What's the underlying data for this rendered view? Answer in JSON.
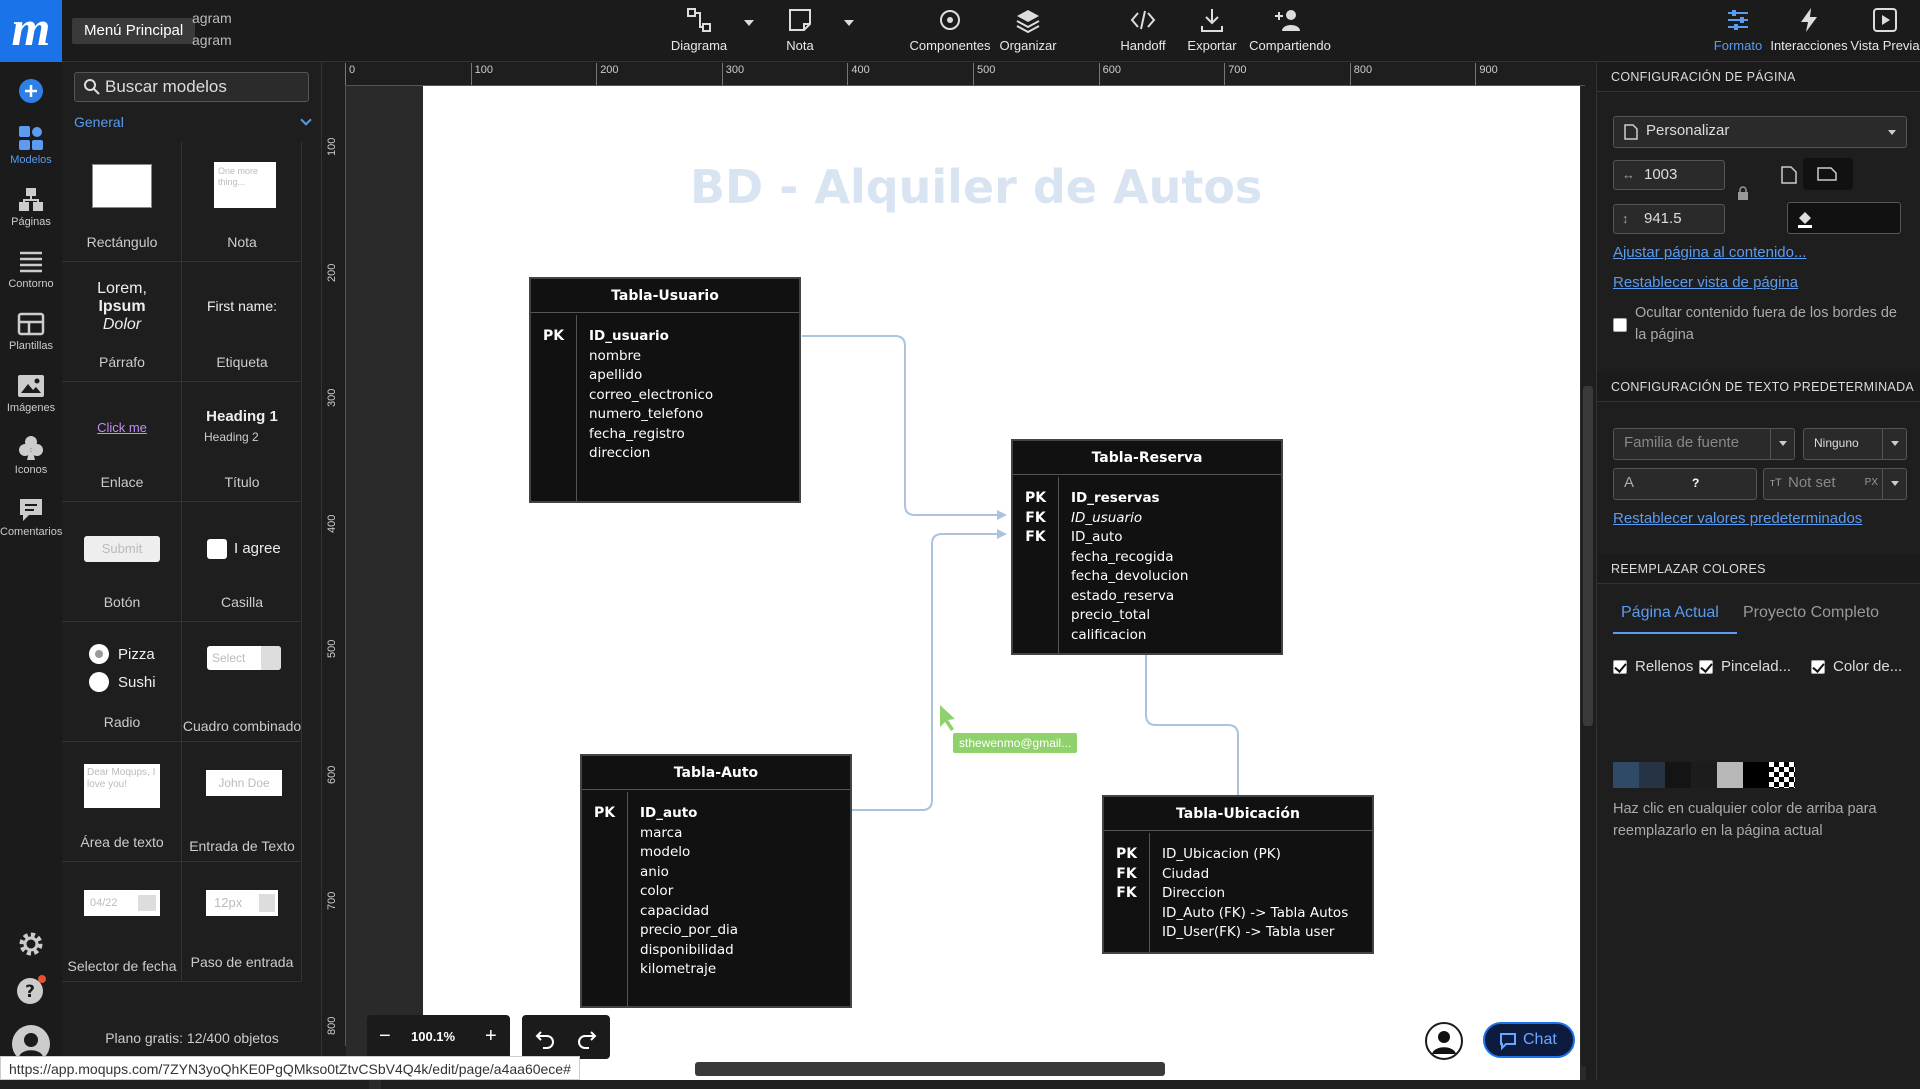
{
  "topbar": {
    "tooltip": "Menú Principal",
    "crumbs": [
      "agram",
      "agram"
    ],
    "tools": [
      {
        "label": "Diagrama",
        "icon": "diagram-icon"
      },
      {
        "label": "Nota",
        "icon": "note-icon"
      },
      {
        "label": "Componentes",
        "icon": "components-icon"
      },
      {
        "label": "Organizar",
        "icon": "layers-icon"
      },
      {
        "label": "Handoff",
        "icon": "code-icon"
      },
      {
        "label": "Exportar",
        "icon": "download-icon"
      },
      {
        "label": "Compartiendo",
        "icon": "add-user-icon"
      }
    ],
    "right_tools": [
      {
        "label": "Formato",
        "icon": "sliders-icon"
      },
      {
        "label": "Interacciones",
        "icon": "lightning-icon"
      },
      {
        "label": "Vista Previa",
        "icon": "play-icon"
      }
    ]
  },
  "leftnav": {
    "items": [
      {
        "label": "Modelos"
      },
      {
        "label": "Páginas"
      },
      {
        "label": "Contorno"
      },
      {
        "label": "Plantillas"
      },
      {
        "label": "Imágenes"
      },
      {
        "label": "Iconos"
      },
      {
        "label": "Comentarios"
      }
    ]
  },
  "palette": {
    "search_placeholder": "Buscar modelos",
    "category": "General",
    "items": [
      {
        "label": "Rectángulo"
      },
      {
        "label": "Nota",
        "preview": "One more thing..."
      },
      {
        "label": "Párrafo",
        "preview": [
          "Lorem,",
          "Ipsum",
          "Dolor"
        ]
      },
      {
        "label": "Etiqueta",
        "preview": "First name:"
      },
      {
        "label": "Enlace",
        "preview": "Click me"
      },
      {
        "label": "Título",
        "preview": [
          "Heading 1",
          "Heading 2"
        ]
      },
      {
        "label": "Botón",
        "preview": "Submit"
      },
      {
        "label": "Casilla",
        "preview": "I agree"
      },
      {
        "label": "Radio",
        "preview": [
          "Pizza",
          "Sushi"
        ]
      },
      {
        "label": "Cuadro combinado",
        "preview": "Select"
      },
      {
        "label": "Área de texto",
        "preview": "Dear Moqups, I love you!"
      },
      {
        "label": "Entrada de Texto",
        "preview": "John Doe"
      },
      {
        "label": "Selector de fecha",
        "preview": "04/22"
      },
      {
        "label": "Paso de entrada",
        "preview": "12px"
      }
    ],
    "plan": "Plano gratis: 12/400 objetos"
  },
  "ruler": {
    "top": [
      "0",
      "100",
      "200",
      "300",
      "400",
      "500",
      "600",
      "700",
      "800",
      "900"
    ],
    "left": [
      "100",
      "200",
      "300",
      "400",
      "500",
      "600",
      "700",
      "800"
    ]
  },
  "canvas": {
    "title": "BD - Alquiler de Autos",
    "cursor_user": "sthewenmo@gmail...",
    "tables": [
      {
        "name": "Tabla-Usuario",
        "keys": [
          "PK"
        ],
        "fields": [
          "ID_usuario",
          "nombre",
          "apellido",
          "correo_electronico",
          "numero_telefono",
          "fecha_registro",
          "direccion"
        ]
      },
      {
        "name": "Tabla-Reserva",
        "keys": [
          "PK",
          "FK",
          "FK"
        ],
        "fields": [
          "ID_reservas",
          "ID_usuario",
          "ID_auto",
          "fecha_recogida",
          "fecha_devolucion",
          "estado_reserva",
          "precio_total",
          "calificacion"
        ]
      },
      {
        "name": "Tabla-Auto",
        "keys": [
          "PK"
        ],
        "fields": [
          "ID_auto",
          "marca",
          "modelo",
          "anio",
          "color",
          "capacidad",
          "precio_por_dia",
          "disponibilidad",
          "kilometraje"
        ]
      },
      {
        "name": "Tabla-Ubicación",
        "keys": [
          "PK",
          "FK",
          "FK"
        ],
        "fields": [
          "ID_Ubicacion (PK)",
          "Ciudad",
          "Direccion",
          "ID_Auto (FK) -> Tabla Autos",
          "ID_User(FK)  ->  Tabla user"
        ]
      }
    ],
    "connector_color": "#a9c4dc",
    "zoom": "100.1%",
    "chat": "Chat"
  },
  "url": "https://app.moqups.com/7ZYN3yoQhKE0PgQMkso0tZtvCSbV4Q4k/edit/page/a4aa60ece#",
  "rightpanel": {
    "page_config": {
      "header": "CONFIGURACIÓN DE PÁGINA",
      "preset": "Personalizar",
      "width": "1003",
      "height": "941.5",
      "fit_link": "Ajustar página al contenido...",
      "reset_link": "Restablecer vista de página",
      "hide_outside": "Ocultar contenido fuera de los bordes de la página"
    },
    "text_config": {
      "header": "CONFIGURACIÓN DE TEXTO PREDETERMINADA",
      "font_family": "Familia de fuente",
      "font_weight": "Ninguno",
      "font_sample": "A",
      "font_sample_q": "?",
      "size": "Not set",
      "unit": "PX",
      "reset_link": "Restablecer valores predeterminados"
    },
    "colors": {
      "header": "REEMPLAZAR COLORES",
      "tabs": [
        "Página Actual",
        "Proyecto Completo"
      ],
      "checks": [
        "Rellenos",
        "Pincelad...",
        "Color de..."
      ],
      "swatches": [
        "#2f4a66",
        "#253345",
        "#141414",
        "#1c1c1c",
        "#b8b8b8",
        "#000000"
      ],
      "hint": "Haz clic en cualquier color de arriba para reemplazarlo en la página actual"
    }
  }
}
